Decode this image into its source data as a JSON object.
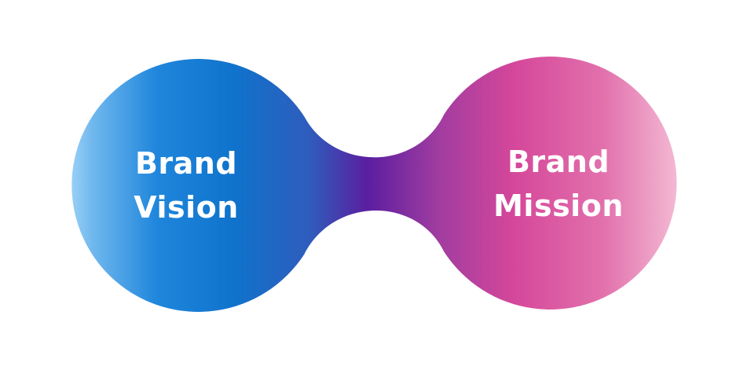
{
  "colors": {
    "left_light": "#b7e2fb",
    "left_mid": "#1f86dc",
    "left_main": "#0f73cc",
    "bridge": "#5b1ea0",
    "right_main": "#d5479a",
    "right_mid": "#e271ac",
    "right_light": "#f7c8dc",
    "text": "#ffffff"
  },
  "left_circle": {
    "line1": "Brand",
    "line2": "Vision"
  },
  "right_circle": {
    "line1": "Brand",
    "line2": "Mission"
  }
}
